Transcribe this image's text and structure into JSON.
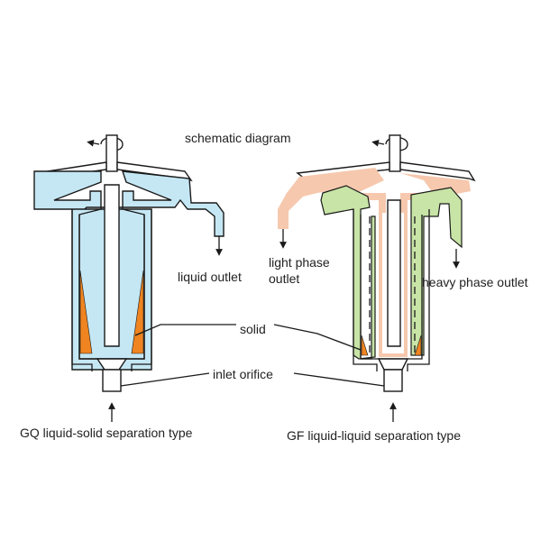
{
  "diagram": {
    "title": "schematic diagram",
    "labels": {
      "liquid_outlet": "liquid outlet",
      "solid": "solid",
      "inlet_orifice": "inlet orifice",
      "light_phase_outlet_line1": "light phase",
      "light_phase_outlet_line2": "outlet",
      "heavy_phase_outlet": "heavy phase outlet"
    },
    "units": [
      {
        "caption": "GQ liquid-solid separation type"
      },
      {
        "caption": "GF liquid-liquid separation type"
      }
    ]
  },
  "colors": {
    "liquid": "#c5e7f4",
    "solid": "#ef8420",
    "light_phase": "#f6c8ae",
    "heavy_phase": "#c8e4a6",
    "outline": "#1a1a1a",
    "background": "#ffffff"
  }
}
